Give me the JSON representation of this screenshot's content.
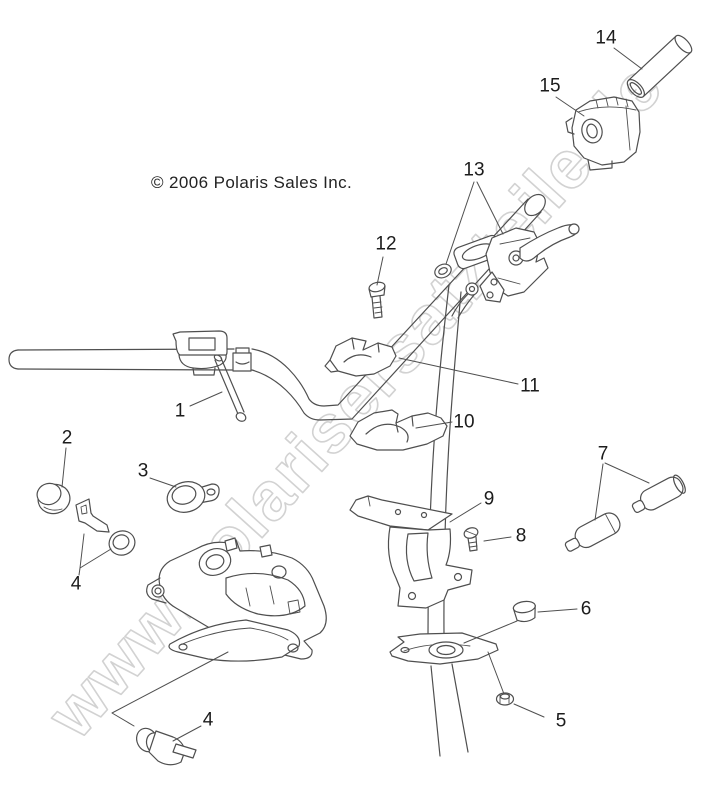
{
  "watermark": {
    "text": "www.polarisersatzteile.de",
    "color": "#d2d2d2"
  },
  "copyright": {
    "text": "© 2006 Polaris Sales Inc."
  },
  "diagram": {
    "background": "#ffffff",
    "line_color": "#4f4f4f",
    "label_color": "#1c1c1c"
  },
  "callouts": [
    {
      "label": "1"
    },
    {
      "label": "2"
    },
    {
      "label": "3"
    },
    {
      "label": "4"
    },
    {
      "label": "5"
    },
    {
      "label": "6"
    },
    {
      "label": "7"
    },
    {
      "label": "8"
    },
    {
      "label": "9"
    },
    {
      "label": "10"
    },
    {
      "label": "11"
    },
    {
      "label": "12"
    },
    {
      "label": "13"
    },
    {
      "label": "14"
    },
    {
      "label": "15"
    },
    {
      "label": "4"
    }
  ]
}
